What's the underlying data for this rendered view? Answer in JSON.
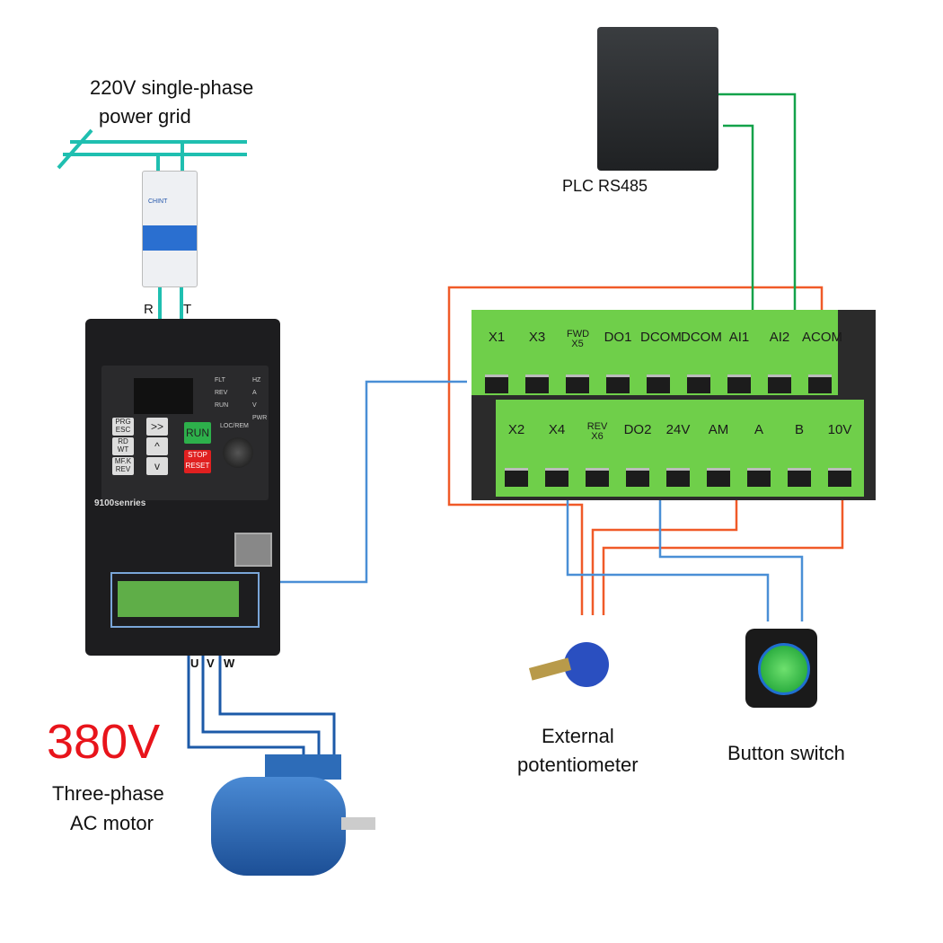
{
  "power_grid": {
    "line1": "220V single-phase",
    "line2": "power grid"
  },
  "breaker": {
    "brand": "CHINT"
  },
  "input_terminals": [
    "R",
    "T"
  ],
  "output_terminals": [
    "U",
    "V",
    "W"
  ],
  "vfd": {
    "series": "9100senries",
    "keys": [
      "PRG ESC",
      "RD WT",
      "MF.K REV",
      ">>",
      "^",
      "v"
    ],
    "run": "RUN",
    "stop": "STOP RESET",
    "leds_left": [
      "FLT",
      "REV",
      "RUN"
    ],
    "leds_right": [
      "HZ",
      "A",
      "V",
      "PWR"
    ],
    "knob": "LOC/REM"
  },
  "plc": {
    "label": "PLC RS485"
  },
  "terminals_top": [
    "X1",
    "X3",
    "FWD X5",
    "DO1",
    "DCOM",
    "DCOM",
    "AI1",
    "AI2",
    "ACOM"
  ],
  "terminals_bottom": [
    "X2",
    "X4",
    "REV X6",
    "DO2",
    "24V",
    "AM",
    "A",
    "B",
    "10V"
  ],
  "potentiometer": {
    "line1": "External",
    "line2": "potentiometer"
  },
  "button": {
    "label": "Button switch"
  },
  "motor": {
    "voltage": "380V",
    "line1": "Three-phase",
    "line2": "AC motor"
  },
  "colors": {
    "grid": "#1fbfb0",
    "control_red": "#f05a28",
    "control_blue": "#4a8fd6",
    "rs485_green": "#13a24a",
    "motor_blue": "#1c5aa8",
    "voltage_red": "#e8141b"
  }
}
